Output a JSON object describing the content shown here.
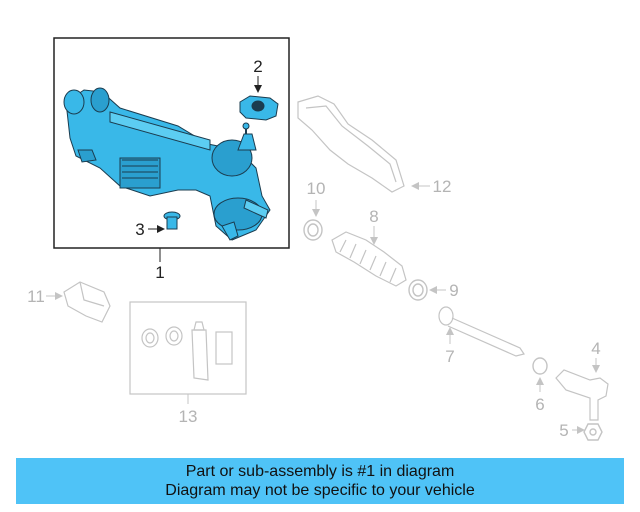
{
  "callouts": {
    "c1": "1",
    "c2": "2",
    "c3": "3",
    "c4": "4",
    "c5": "5",
    "c6": "6",
    "c7": "7",
    "c8": "8",
    "c9": "9",
    "c10": "10",
    "c11": "11",
    "c12": "12",
    "c13": "13"
  },
  "banner": {
    "line1": "Part or sub-assembly is #1 in diagram",
    "line2": "Diagram may not be specific to your vehicle"
  },
  "colors": {
    "highlight": "#39b8e8",
    "banner": "#4fc3f7",
    "outline_dark": "#222222",
    "outline_gray": "#c4c4c4"
  }
}
